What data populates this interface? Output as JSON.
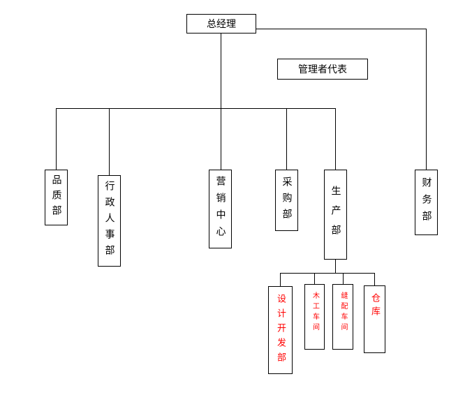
{
  "diagram": {
    "type": "org-chart",
    "nodes": {
      "general_manager": "总经理",
      "management_rep": "管理者代表",
      "quality": "品质部",
      "admin_hr": "行政人事部",
      "marketing": "营销中心",
      "purchasing": "采购部",
      "production": "生产部",
      "finance": "财务部",
      "design_dev": "设计开发部",
      "woodwork_shop": "木工车间",
      "sewing_shop": "缝配车间",
      "warehouse": "仓库"
    },
    "hierarchy": {
      "root": "general_manager",
      "edges": [
        [
          "general_manager",
          "quality"
        ],
        [
          "general_manager",
          "admin_hr"
        ],
        [
          "general_manager",
          "marketing"
        ],
        [
          "general_manager",
          "purchasing"
        ],
        [
          "general_manager",
          "production"
        ],
        [
          "general_manager",
          "finance"
        ],
        [
          "production",
          "design_dev"
        ],
        [
          "production",
          "woodwork_shop"
        ],
        [
          "production",
          "sewing_shop"
        ],
        [
          "production",
          "warehouse"
        ]
      ],
      "unconnected": [
        "management_rep"
      ]
    },
    "colors": {
      "line": "#000000",
      "box_border": "#000000",
      "text_default": "#000000",
      "text_highlight": "#ff0000",
      "background": "#ffffff"
    }
  }
}
